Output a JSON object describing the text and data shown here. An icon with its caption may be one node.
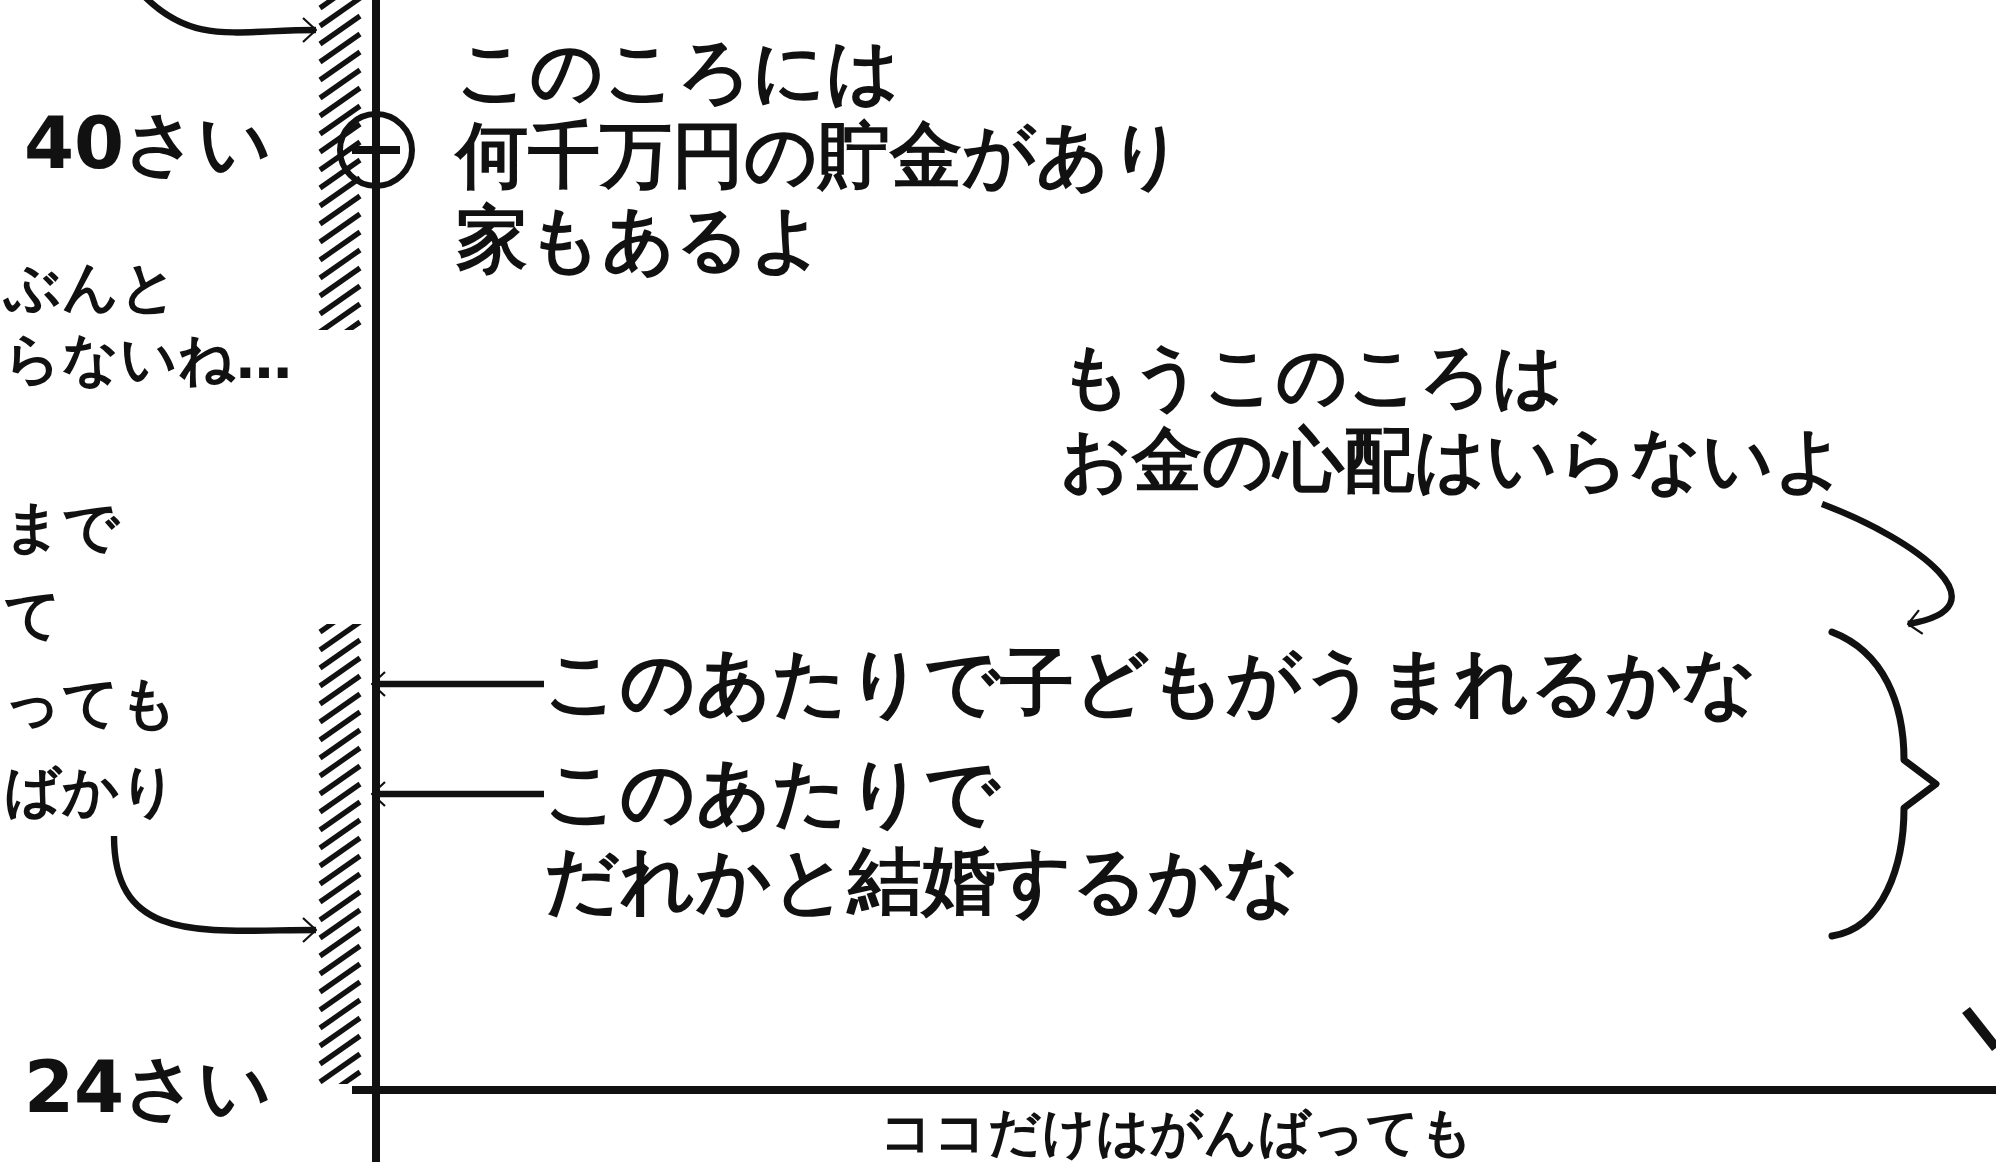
{
  "diagram": {
    "nodes": [
      {
        "text": [],
        "shape": "bar"
      },
      {
        "text": [
          "まで",
          "て",
          "っても",
          "ばかり"
        ]
      },
      {
        "text": [],
        "shape": "bar"
      },
      {
        "text": [
          "このあたりで子どもがうまれるかな"
        ]
      },
      {
        "text": [
          "このあたりでだれかと結婚するかな"
        ]
      },
      {
        "text": [
          "もうこのころはお金の心配はいらないよ"
        ]
      },
      {
        "text": [],
        "shape": "bracket"
      }
    ],
    "edges": [
      {
        "from": null,
        "to": 0,
        "arrow": "to"
      },
      {
        "from": 1,
        "to": 2,
        "arrow": "to"
      },
      {
        "from": 3,
        "to": 2,
        "arrow": "to"
      },
      {
        "from": 4,
        "to": 2,
        "arrow": "to"
      },
      {
        "from": 5,
        "to": 6,
        "arrow": "to"
      }
    ],
    "labels": [
      "40さい",
      "このころには何千万円の貯金があり家もあるよ",
      "ぶんと",
      "らないね…",
      "24さい",
      "ココだけはがんばっても"
    ]
  }
}
